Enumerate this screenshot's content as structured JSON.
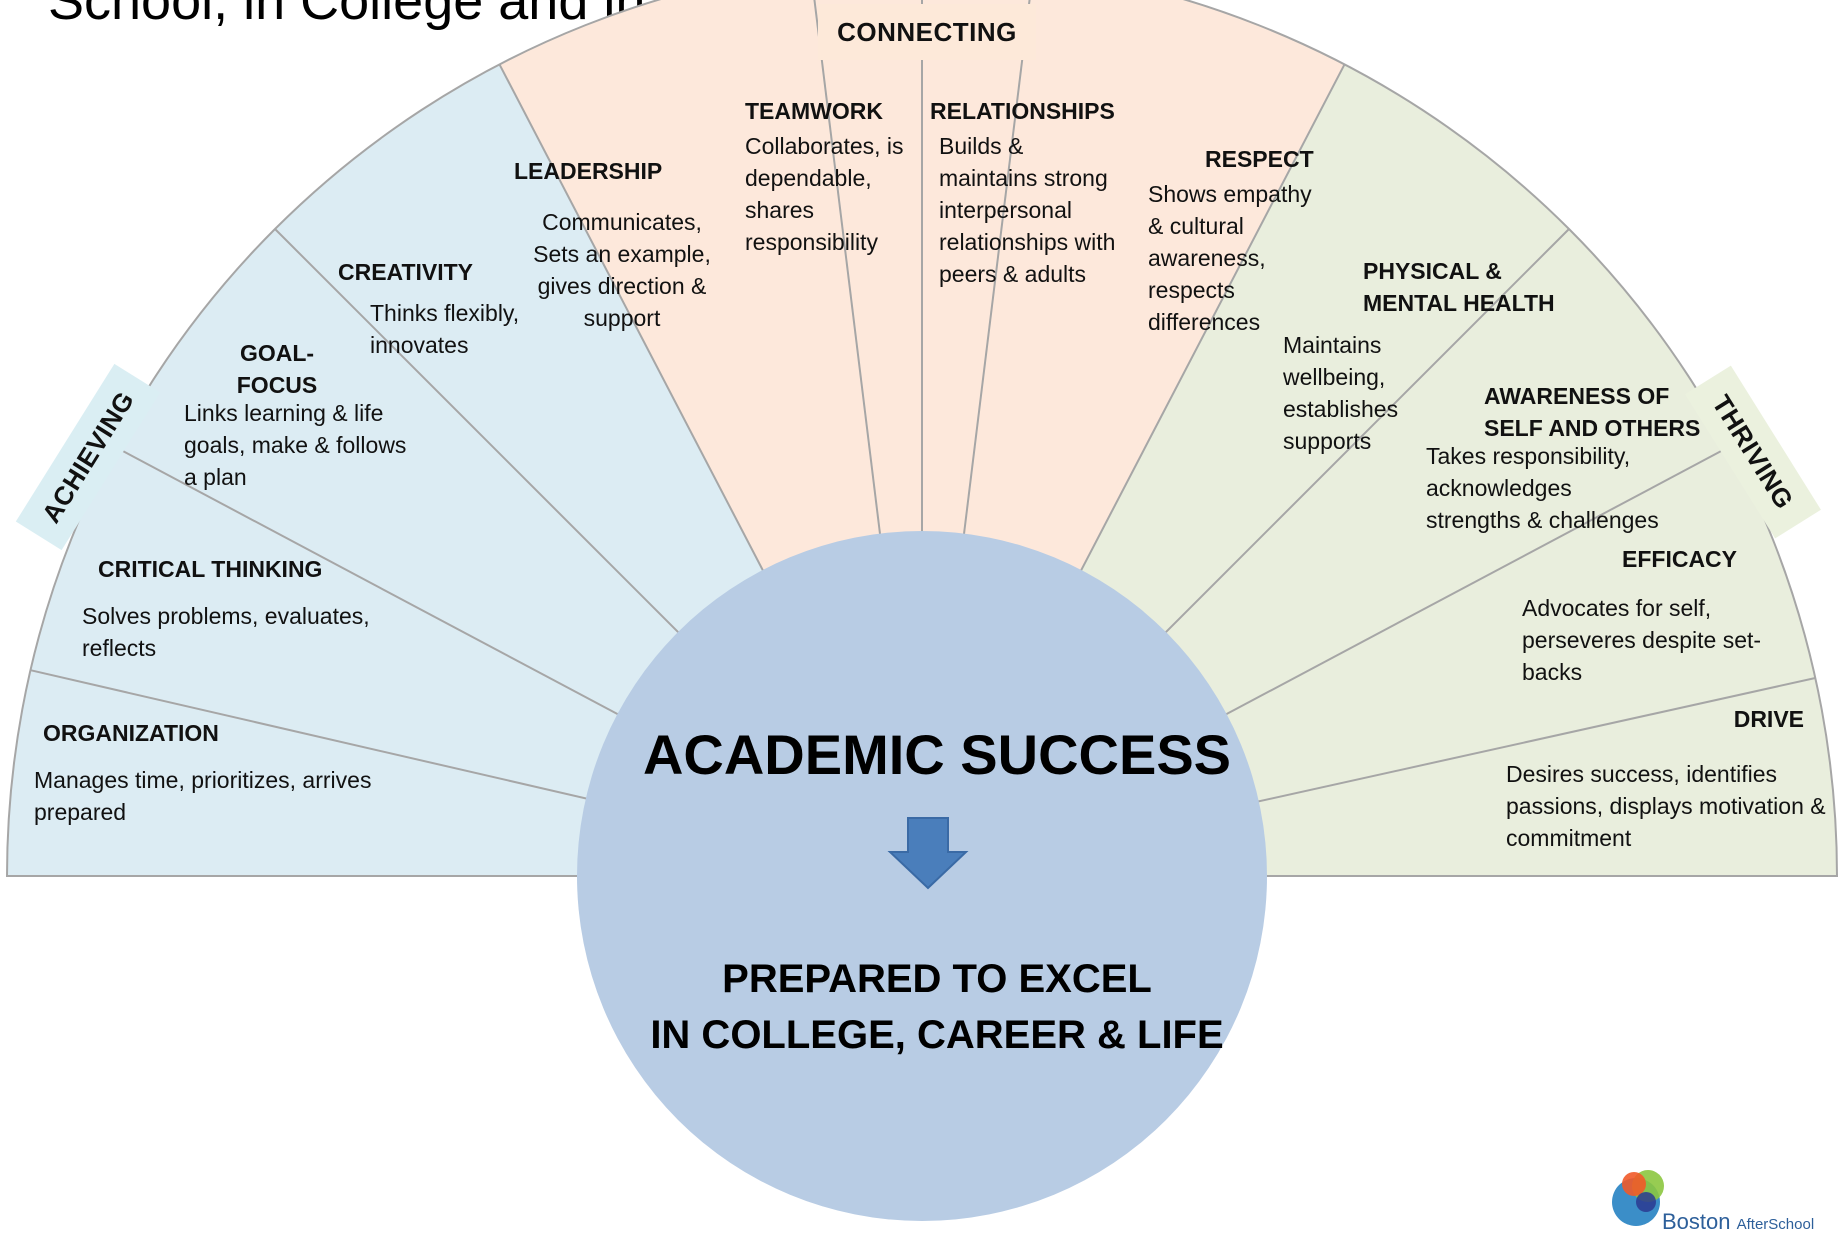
{
  "page": {
    "title": "School, in College and in Life"
  },
  "groups": {
    "achieving": "ACHIEVING",
    "connecting": "CONNECTING",
    "thriving": "THRIVING"
  },
  "segments": [
    {
      "key": "organization",
      "title": "ORGANIZATION",
      "desc": "Manages time, prioritizes, arrives prepared"
    },
    {
      "key": "critical_thinking",
      "title": "CRITICAL THINKING",
      "desc": "Solves problems, evaluates, reflects"
    },
    {
      "key": "goal_focus",
      "title": "GOAL-FOCUS",
      "desc": "Links learning & life goals, make & follows a plan"
    },
    {
      "key": "creativity",
      "title": "CREATIVITY",
      "desc": "Thinks flexibly, innovates"
    },
    {
      "key": "leadership",
      "title": "LEADERSHIP",
      "desc": "Communicates, Sets an example, gives direction & support"
    },
    {
      "key": "teamwork",
      "title": "TEAMWORK",
      "desc": "Collaborates, is dependable, shares responsibility"
    },
    {
      "key": "relationships",
      "title": "RELATIONSHIPS",
      "desc": "Builds & maintains strong interpersonal relationships with peers & adults"
    },
    {
      "key": "respect",
      "title": "RESPECT",
      "desc": "Shows empathy & cultural awareness, respects differences"
    },
    {
      "key": "physical_mental_health",
      "title": "PHYSICAL & MENTAL HEALTH",
      "desc": "Maintains wellbeing, establishes supports"
    },
    {
      "key": "awareness",
      "title": "AWARENESS OF SELF AND OTHERS",
      "desc": "Takes responsibility, acknowledges strengths & challenges"
    },
    {
      "key": "efficacy",
      "title": "EFFICACY",
      "desc": "Advocates for self, perseveres despite set-backs"
    },
    {
      "key": "drive",
      "title": "DRIVE",
      "desc": "Desires success, identifies passions, displays motivation & commitment"
    }
  ],
  "center": {
    "headline": "ACADEMIC SUCCESS",
    "arrow_icon": "down-arrow-icon",
    "line1": "PREPARED TO EXCEL",
    "line2": "IN COLLEGE, CAREER & LIFE"
  },
  "logo": {
    "name": "Boston",
    "suffix": "AfterSchool"
  },
  "colors": {
    "achieving_fill": "#dcecf3",
    "connecting_fill": "#fde8db",
    "thriving_fill": "#e9eedd",
    "center_fill": "#b8cce4",
    "arrow_fill": "#4a7ebb",
    "divider": "#a6a6a6",
    "label_box_blue": "#daeef3",
    "label_box_peach": "#fde9d9",
    "label_box_green": "#ebf1de"
  }
}
